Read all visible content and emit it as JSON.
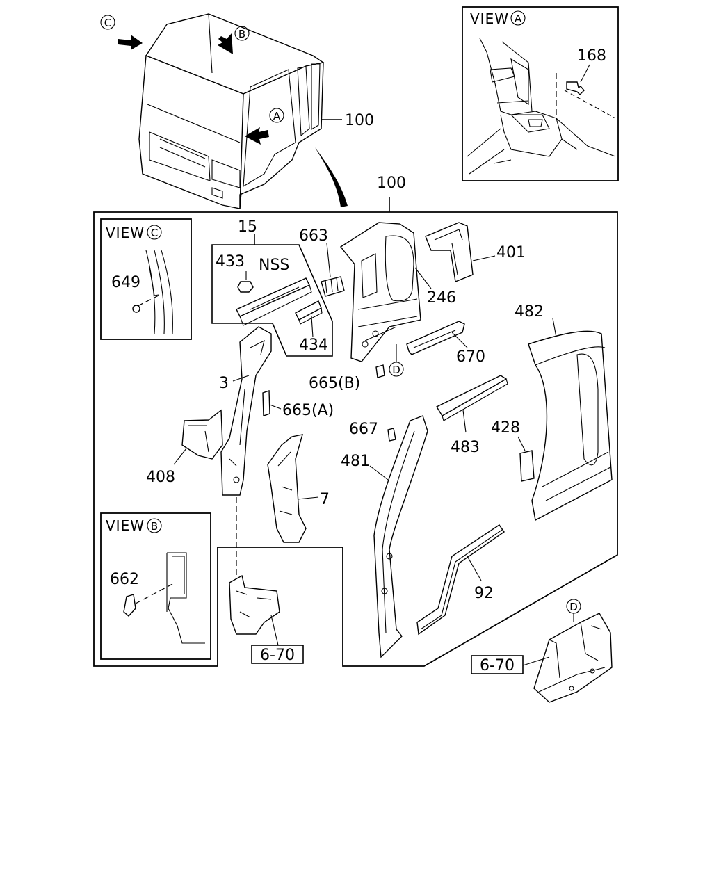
{
  "views": {
    "a": {
      "prefix": "VIEW",
      "letter": "A"
    },
    "b": {
      "prefix": "VIEW",
      "letter": "B"
    },
    "c": {
      "prefix": "VIEW",
      "letter": "C"
    }
  },
  "arrow_markers": {
    "a": "A",
    "b": "B",
    "c": "C",
    "d": "D",
    "d_bottom": "D"
  },
  "labels": {
    "cab_100": "100",
    "main_100": "100",
    "p168": "168",
    "p649": "649",
    "p15": "15",
    "p433": "433",
    "nss": "NSS",
    "p663": "663",
    "p434": "434",
    "p246": "246",
    "p401": "401",
    "p482": "482",
    "p3": "3",
    "p665b": "665(B)",
    "p670": "670",
    "p665a": "665(A)",
    "p667": "667",
    "p483": "483",
    "p428": "428",
    "p408": "408",
    "p481": "481",
    "p7": "7",
    "p662": "662",
    "p92": "92",
    "ref_left": "6-70",
    "ref_right": "6-70"
  }
}
